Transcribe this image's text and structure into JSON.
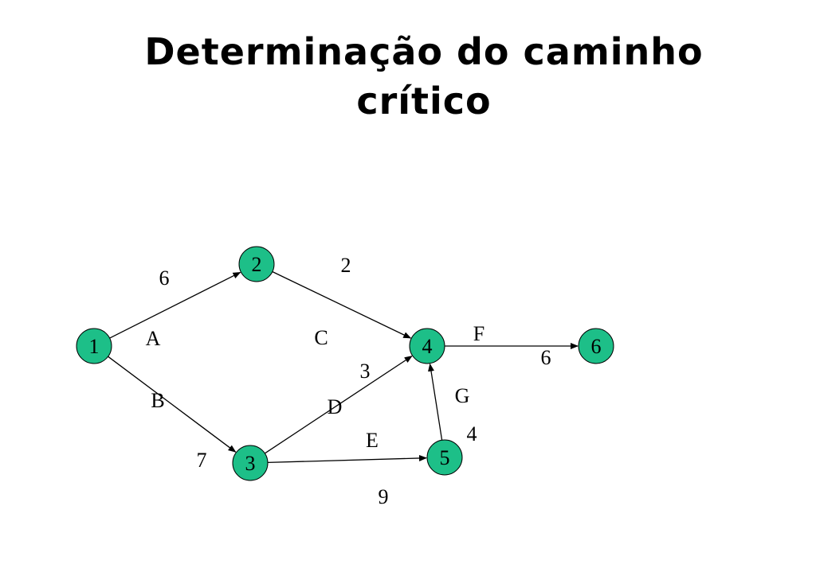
{
  "title": {
    "line1": "Determinação do caminho",
    "line2": "crítico"
  },
  "colors": {
    "node_fill": "#1dbf88",
    "node_stroke": "#000000",
    "edge": "#000000"
  },
  "nodes": [
    {
      "id": "1",
      "label": "1"
    },
    {
      "id": "2",
      "label": "2"
    },
    {
      "id": "3",
      "label": "3"
    },
    {
      "id": "4",
      "label": "4"
    },
    {
      "id": "5",
      "label": "5"
    },
    {
      "id": "6",
      "label": "6"
    }
  ],
  "edges": [
    {
      "from": "1",
      "to": "2",
      "activity": "A",
      "duration": "6"
    },
    {
      "from": "1",
      "to": "3",
      "activity": "B",
      "duration": "7"
    },
    {
      "from": "2",
      "to": "4",
      "activity": "C",
      "duration": "2"
    },
    {
      "from": "3",
      "to": "4",
      "activity": "D",
      "duration": "3"
    },
    {
      "from": "3",
      "to": "5",
      "activity": "E",
      "duration": "9"
    },
    {
      "from": "4",
      "to": "6",
      "activity": "F",
      "duration": "6"
    },
    {
      "from": "5",
      "to": "4",
      "activity": "G",
      "duration": "4"
    }
  ]
}
